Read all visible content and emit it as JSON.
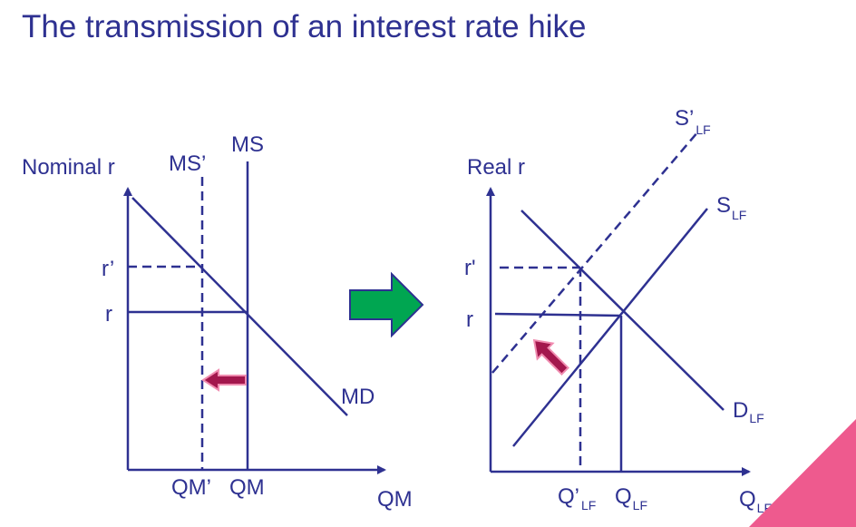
{
  "title": "The transmission of an interest rate hike",
  "colors": {
    "line": "#2e3191",
    "arrow_green": "#00a651",
    "arrow_red": "#a3174d",
    "corner": "#ee5a8e"
  },
  "money_market": {
    "y_axis_label": "Nominal r",
    "x_axis_label": "QM",
    "r_label": "r",
    "r_prime_label": "r’",
    "qm_label": "QM",
    "qm_prime_label": "QM’",
    "ms_label": "MS",
    "ms_prime_label": "MS’",
    "md_label": "MD"
  },
  "loanable_funds": {
    "y_axis_label": "Real r",
    "r_label": "r",
    "r_prime_label": "r'",
    "x_axis": {
      "main": "Q",
      "sub": "LF"
    },
    "q_label": {
      "main": "Q",
      "sub": "LF"
    },
    "q_prime_label": {
      "main": "Q’",
      "sub": "LF"
    },
    "supply_label": {
      "main": "S",
      "sub": "LF"
    },
    "supply_prime_label": {
      "main": "S’",
      "sub": "LF"
    },
    "demand_label": {
      "main": "D",
      "sub": "LF"
    }
  }
}
